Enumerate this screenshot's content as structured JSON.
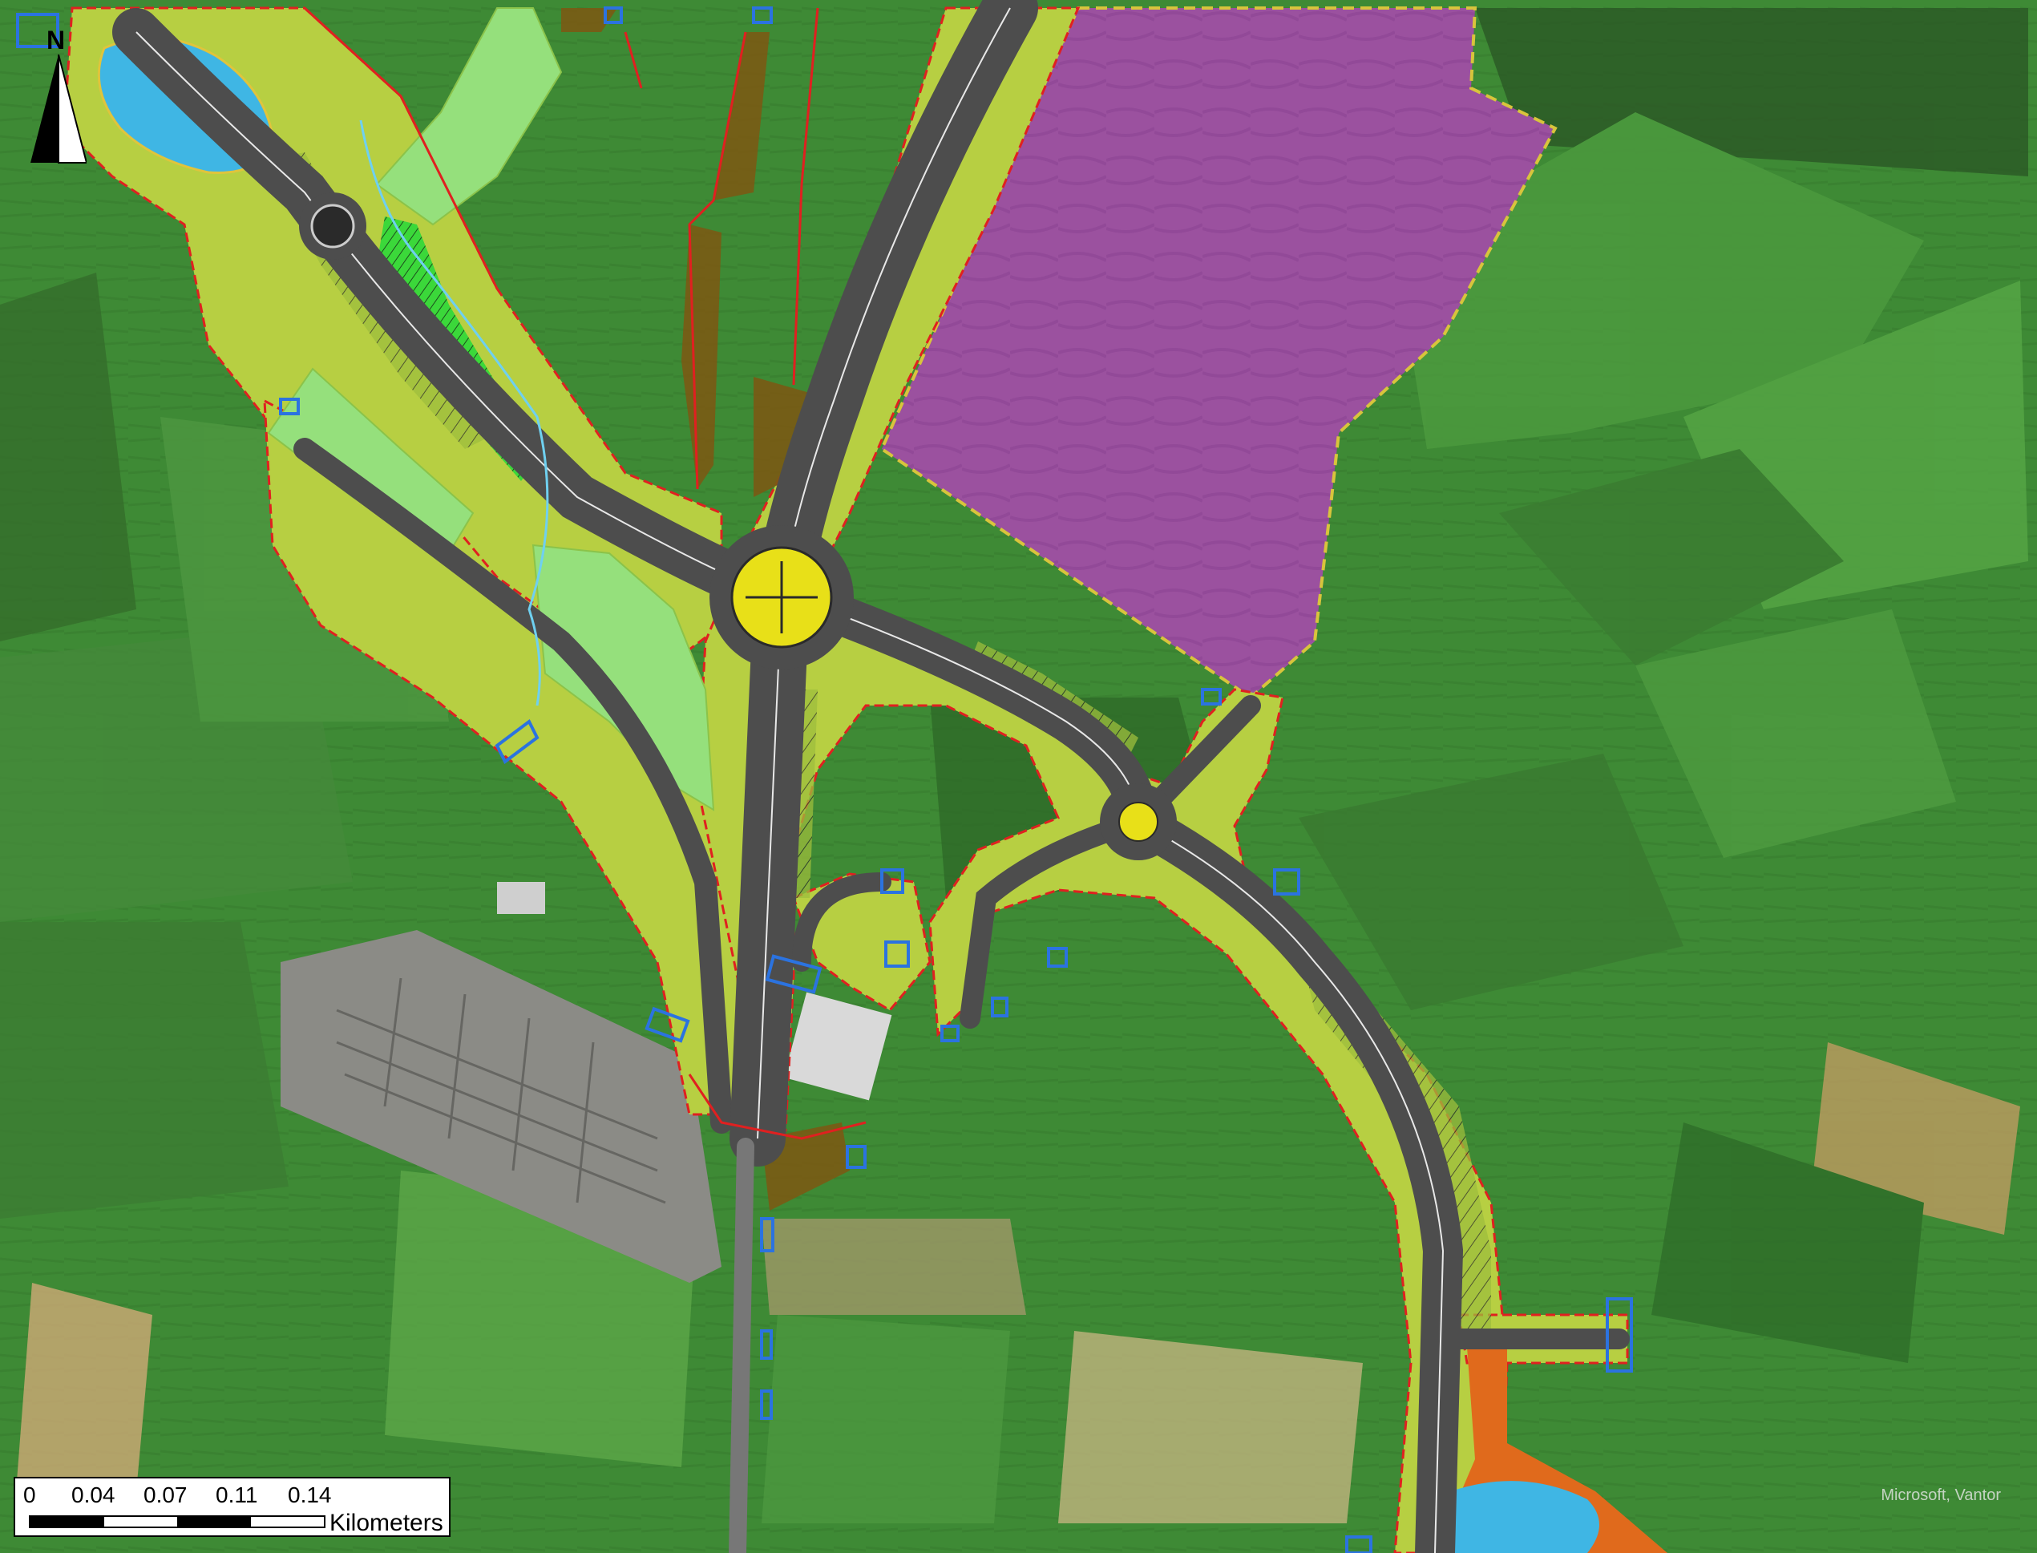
{
  "north_arrow": {
    "label": "N",
    "icon": "north-arrow-icon"
  },
  "scale_bar": {
    "ticks": [
      "0",
      "0.04",
      "0.07",
      "0.11",
      "0.14"
    ],
    "unit": "Kilometers"
  },
  "attribution": "Microsoft, Vantor",
  "colors": {
    "road_corridor": "#b7cf42",
    "road_surface": "#5a5a5a",
    "roundabout_fill": "#e8e018",
    "purple_zone": "#9a4f9e",
    "light_green_zone": "#93e07a",
    "bright_green_zone": "#39d63a",
    "brown_zone": "#7a5a12",
    "orange_zone": "#e06a1c",
    "water": "#3fb6e4",
    "boundary_red": "#e02020",
    "blue_marker": "#2b73e0",
    "field_green": "#3f8a34"
  }
}
